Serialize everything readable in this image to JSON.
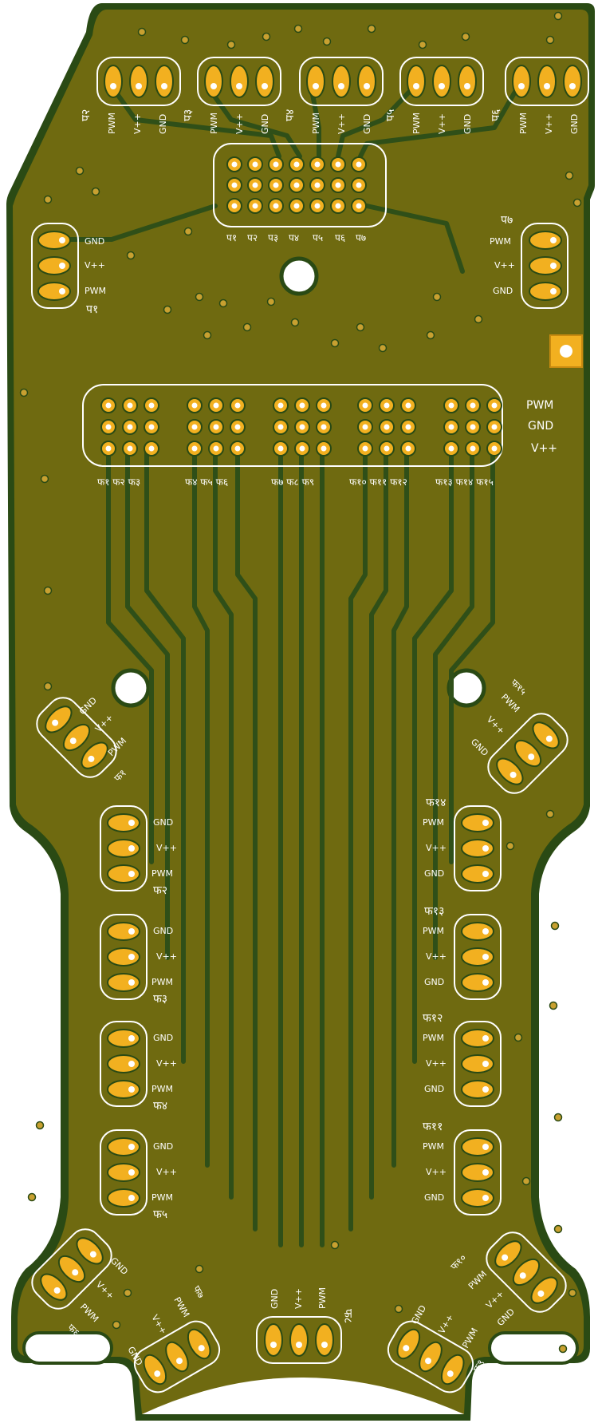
{
  "colors": {
    "board_edge": "#2a4a14",
    "copper_fill": "#6f6a10",
    "trace": "#2f4f18",
    "pad": "#f2b020",
    "silk": "#ffffff",
    "via": "#c8a030"
  },
  "top_connectors": [
    {
      "id": "प२",
      "pins": [
        "PWM",
        "V++",
        "GND"
      ]
    },
    {
      "id": "प३",
      "pins": [
        "PWM",
        "V++",
        "GND"
      ]
    },
    {
      "id": "प४",
      "pins": [
        "PWM",
        "V++",
        "GND"
      ]
    },
    {
      "id": "प५",
      "pins": [
        "PWM",
        "V++",
        "GND"
      ]
    },
    {
      "id": "प६",
      "pins": [
        "PWM",
        "V++",
        "GND"
      ]
    }
  ],
  "header_labels": [
    "प१",
    "प२",
    "प३",
    "प४",
    "प५",
    "प६",
    "प७"
  ],
  "left_connector": {
    "id": "प१",
    "pins": [
      "GND",
      "V++",
      "PWM"
    ]
  },
  "right_connector": {
    "id": "प७",
    "pins": [
      "PWM",
      "V++",
      "GND"
    ]
  },
  "bus_labels": {
    "row1": "PWM",
    "row2": "GND",
    "row3": "V++"
  },
  "bus_group_labels": [
    "फ१ फ२ फ३",
    "फ४ फ५ फ६",
    "फ७ फ८ फ९",
    "फ१० फ११ फ१२",
    "फ१३ फ१४ फ१५"
  ],
  "left_side_connectors": [
    {
      "id": "फ२",
      "pins": [
        "GND",
        "V++",
        "PWM"
      ]
    },
    {
      "id": "फ३",
      "pins": [
        "GND",
        "V++",
        "PWM"
      ]
    },
    {
      "id": "फ४",
      "pins": [
        "GND",
        "V++",
        "PWM"
      ]
    },
    {
      "id": "फ५",
      "pins": [
        "GND",
        "V++",
        "PWM"
      ]
    }
  ],
  "right_side_connectors": [
    {
      "id": "फ१४",
      "pins": [
        "PWM",
        "V++",
        "GND"
      ]
    },
    {
      "id": "फ१३",
      "pins": [
        "PWM",
        "V++",
        "GND"
      ]
    },
    {
      "id": "फ१२",
      "pins": [
        "PWM",
        "V++",
        "GND"
      ]
    },
    {
      "id": "फ११",
      "pins": [
        "PWM",
        "V++",
        "GND"
      ]
    }
  ],
  "diag_connectors": {
    "upper_left": {
      "id": "फ१",
      "pins": [
        "GND",
        "V++",
        "PWM"
      ]
    },
    "upper_right": {
      "id": "फ१५",
      "pins": [
        "PWM",
        "V++",
        "GND"
      ]
    },
    "lower_left": {
      "id": "फ६",
      "pins": [
        "GND",
        "V++",
        "PWM"
      ]
    },
    "lower_right": {
      "id": "फ१०",
      "pins": [
        "PWM",
        "V++",
        "GND"
      ]
    },
    "bottom_left": {
      "id": "फ७",
      "pins": [
        "GND",
        "V++",
        "PWM"
      ]
    },
    "bottom_right": {
      "id": "फ९",
      "pins": [
        "GND",
        "V++",
        "PWM"
      ]
    }
  },
  "bottom_connector": {
    "id": "फ८",
    "pins": [
      "GND",
      "V++",
      "PWM"
    ]
  }
}
